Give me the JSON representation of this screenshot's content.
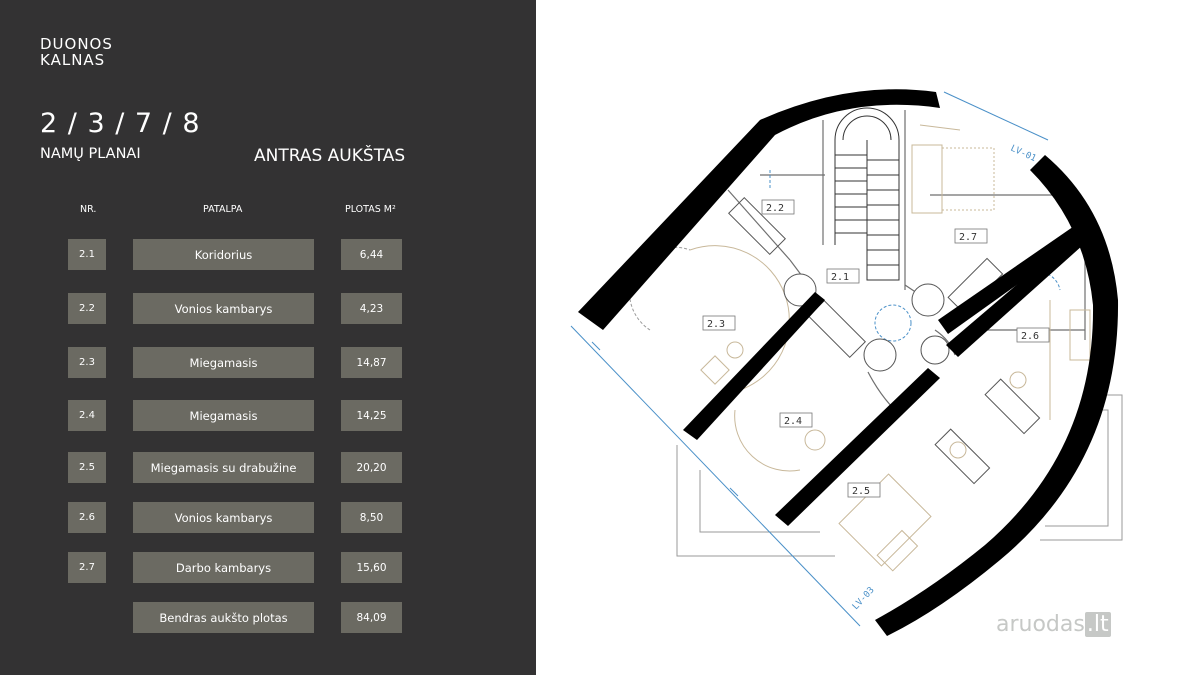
{
  "brand": {
    "line1": "DUONOS",
    "line2": "KALNAS"
  },
  "house_numbers": "2 / 3 / 7 / 8",
  "subtitle": "NAMŲ PLANAI",
  "floor_title": "ANTRAS AUKŠTAS",
  "table": {
    "headers": {
      "nr": "NR.",
      "room": "PATALPA",
      "area": "PLOTAS M²"
    },
    "rows": [
      {
        "nr": "2.1",
        "room": "Koridorius",
        "area": "6,44"
      },
      {
        "nr": "2.2",
        "room": "Vonios kambarys",
        "area": "4,23"
      },
      {
        "nr": "2.3",
        "room": "Miegamasis",
        "area": "14,87"
      },
      {
        "nr": "2.4",
        "room": "Miegamasis",
        "area": "14,25"
      },
      {
        "nr": "2.5",
        "room": "Miegamasis su drabužine",
        "area": "20,20"
      },
      {
        "nr": "2.6",
        "room": "Vonios kambarys",
        "area": "8,50"
      },
      {
        "nr": "2.7",
        "room": "Darbo kambarys",
        "area": "15,60"
      }
    ],
    "total": {
      "label": "Bendras aukšto plotas",
      "area": "84,09"
    }
  },
  "plan": {
    "room_labels": [
      "2.1",
      "2.2",
      "2.3",
      "2.4",
      "2.5",
      "2.6",
      "2.7"
    ],
    "dimension_tags": [
      "LV-01",
      "LV-03"
    ],
    "colors": {
      "wall": "#000000",
      "thin": "#8a8a8a",
      "blue": "#4a90c8",
      "furniture": "#c8b89a"
    }
  },
  "watermark": {
    "text": "aruodas",
    "suffix": ".lt"
  }
}
